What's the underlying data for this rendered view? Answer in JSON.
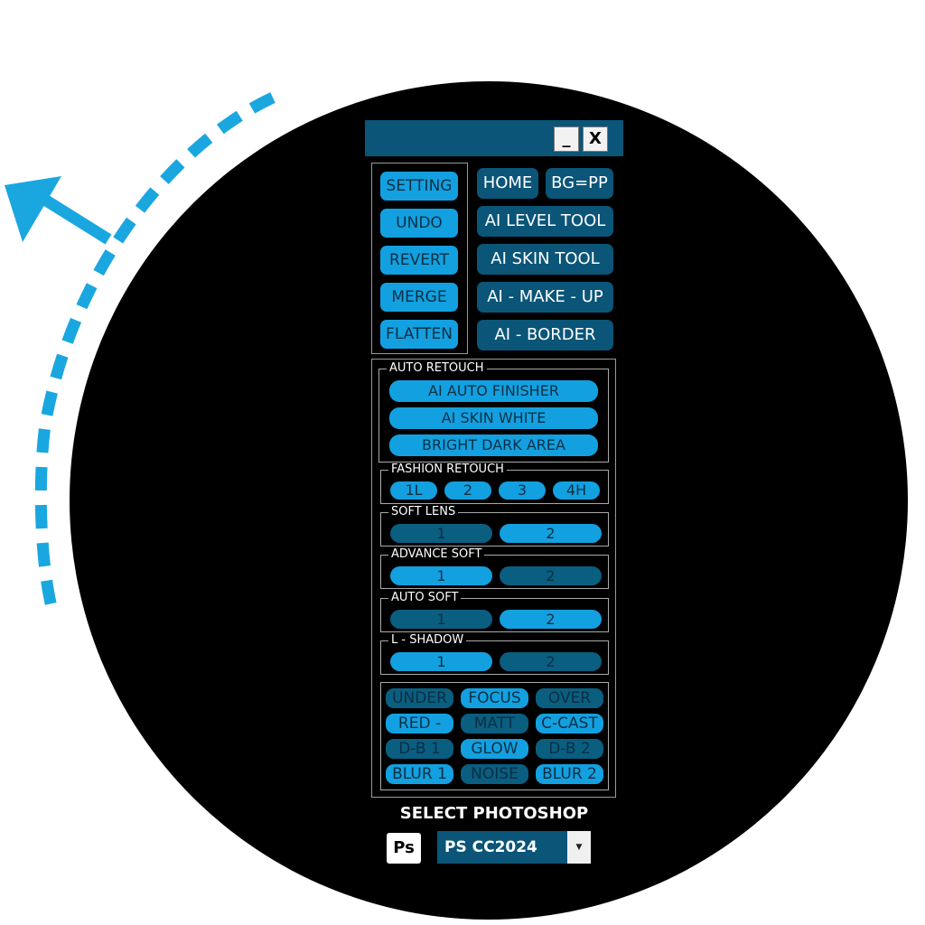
{
  "window": {
    "minimize_label": "_",
    "close_label": "X"
  },
  "left_menu": [
    "SETTING",
    "UNDO",
    "REVERT",
    "MERGE",
    "FLATTEN"
  ],
  "right_menu": {
    "home": "HOME",
    "bg": "BG=PP",
    "tools": [
      "AI LEVEL TOOL",
      "AI SKIN TOOL",
      "AI - MAKE - UP",
      "AI - BORDER"
    ]
  },
  "auto_retouch": {
    "title": "AUTO RETOUCH",
    "buttons": [
      "AI AUTO FINISHER",
      "AI SKIN WHITE",
      "BRIGHT DARK AREA"
    ]
  },
  "fashion_retouch": {
    "title": "FASHION RETOUCH",
    "buttons": [
      "1L",
      "2",
      "3",
      "4H"
    ]
  },
  "soft_lens": {
    "title": "SOFT LENS",
    "buttons": [
      "1",
      "2"
    ]
  },
  "advance_soft": {
    "title": "ADVANCE SOFT",
    "buttons": [
      "1",
      "2"
    ]
  },
  "auto_soft": {
    "title": "AUTO SOFT",
    "buttons": [
      "1",
      "2"
    ]
  },
  "l_shadow": {
    "title": "L - SHADOW",
    "buttons": [
      "1",
      "2"
    ]
  },
  "effects": [
    "UNDER",
    "FOCUS",
    "OVER",
    "RED -",
    "MATT",
    "C-CAST",
    "D-B 1",
    "GLOW",
    "D-B 2",
    "BLUR 1",
    "NOISE",
    "BLUR 2"
  ],
  "select_photoshop": {
    "label": "SELECT PHOTOSHOP",
    "icon_text": "Ps",
    "value": "PS CC2024"
  },
  "colors": {
    "accent_light": "#13a0e0",
    "accent_dark": "#0a5578",
    "background": "#000000"
  }
}
